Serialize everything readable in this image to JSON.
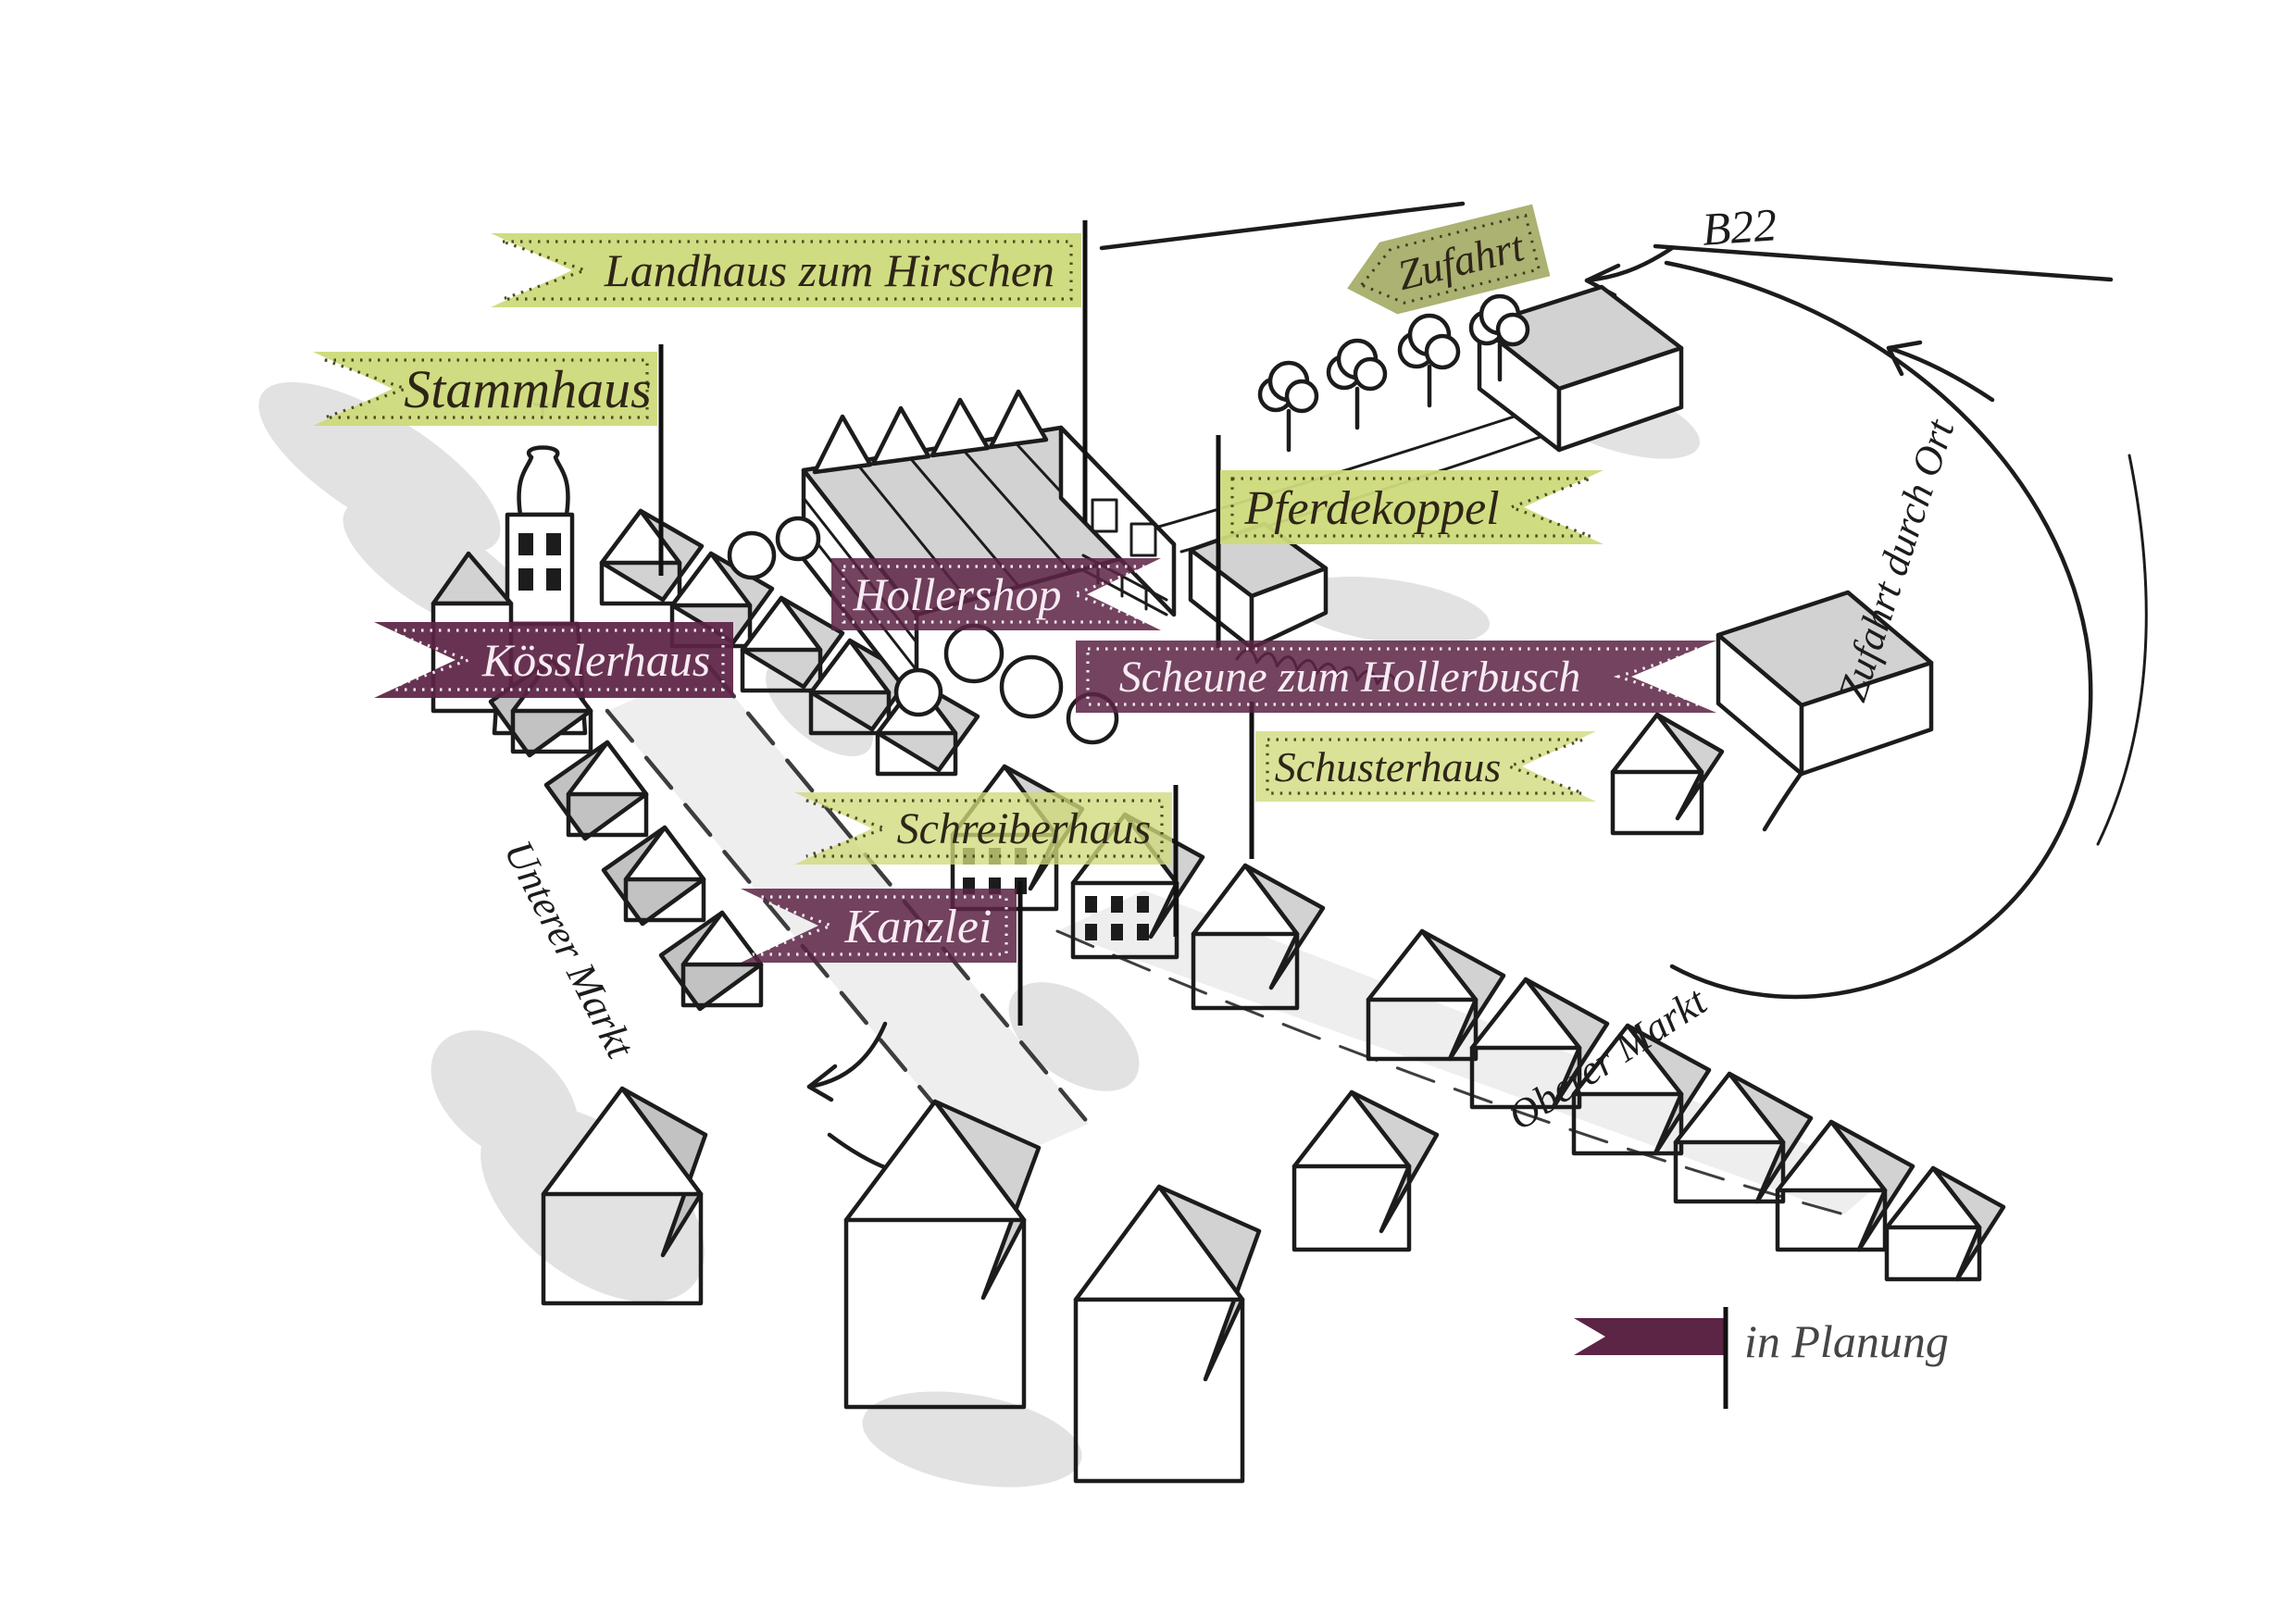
{
  "banners": {
    "landhaus": {
      "label": "Landhaus zum Hirschen",
      "style": "green",
      "planned": false
    },
    "stammhaus": {
      "label": "Stammhaus",
      "style": "green",
      "planned": false
    },
    "pferdekoppel": {
      "label": "Pferdekoppel",
      "style": "green",
      "planned": false
    },
    "hollershop": {
      "label": "Hollershop",
      "style": "maroon",
      "planned": true
    },
    "koesslerhaus": {
      "label": "Kösslerhaus",
      "style": "maroon",
      "planned": true
    },
    "scheune": {
      "label": "Scheune zum Hollerbusch",
      "style": "maroon",
      "planned": true
    },
    "schusterhaus": {
      "label": "Schusterhaus",
      "style": "green",
      "planned": false
    },
    "schreiberhaus": {
      "label": "Schreiberhaus",
      "style": "green",
      "planned": false
    },
    "kanzlei": {
      "label": "Kanzlei",
      "style": "maroon",
      "planned": true
    }
  },
  "sign": {
    "zufahrt": "Zufahrt"
  },
  "roads": {
    "b22": "B22",
    "zufahrt_durch_ort": "Zufahrt durch Ort",
    "unterer_markt": "Unterer Markt",
    "oberer_markt": "Oberer Markt"
  },
  "legend": {
    "label": "in Planung"
  },
  "colors": {
    "green_banner": "#cedb7a",
    "maroon_banner": "#5c2445",
    "olive_sign": "#a9b06e",
    "ink": "#1c1c1c",
    "paper": "#ffffff"
  }
}
